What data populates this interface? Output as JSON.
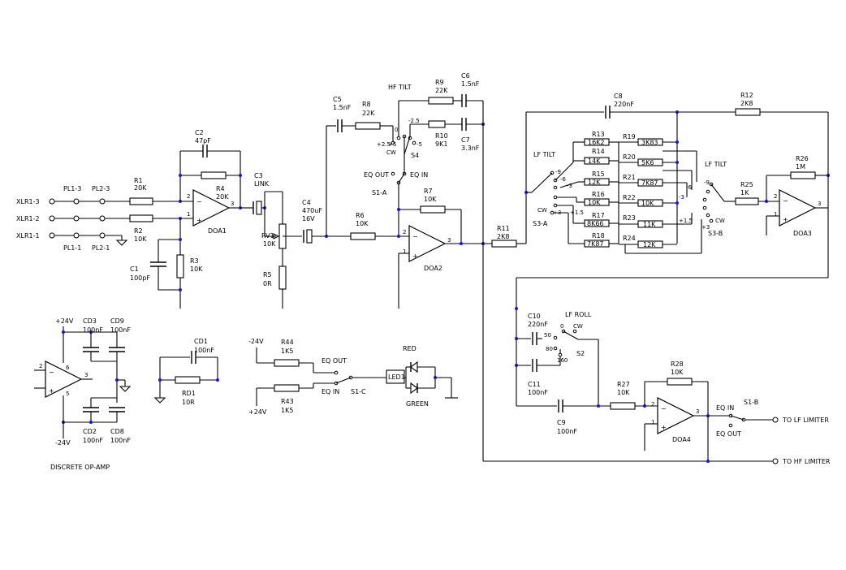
{
  "labels": {
    "xlr1_3": "XLR1-3",
    "xlr1_2": "XLR1-2",
    "xlr1_1": "XLR1-1",
    "pl1_3": "PL1-3",
    "pl2_3": "PL2-3",
    "pl1_1": "PL1-1",
    "pl2_1": "PL2-1",
    "r1": "R1",
    "r1v": "20K",
    "r2": "R2",
    "r2v": "10K",
    "r3": "R3",
    "r3v": "10K",
    "c1": "C1",
    "c1v": "100pF",
    "c2": "C2",
    "c2v": "47pF",
    "r4": "R4",
    "r4v": "20K",
    "doa1": "DOA1",
    "c3": "C3",
    "c3v": "LINK",
    "rv1": "RV1",
    "rv1v": "10K",
    "r5": "R5",
    "r5v": "0R",
    "c4": "C4",
    "c4v": "470uF",
    "c4v2": "16V",
    "c5": "C5",
    "c5v": "1.5nF",
    "r8": "R8",
    "r8v": "22K",
    "hftilt": "HF TILT",
    "r9": "R9",
    "r9v": "22K",
    "c6": "C6",
    "c6v": "1.5nF",
    "r10": "R10",
    "r10v": "9K1",
    "c7": "C7",
    "c7v": "3.3nF",
    "s4": "S4",
    "cw": "CW",
    "zero": "0",
    "p25": "+2.5",
    "m25": "-2.5",
    "p5": "+5",
    "m5": "-5",
    "eqout": "EQ OUT",
    "eqin": "EQ IN",
    "s1a": "S1-A",
    "r6": "R6",
    "r6v": "10K",
    "r7": "R7",
    "r7v": "10K",
    "doa2": "DOA2",
    "r11": "R11",
    "r11v": "2K8",
    "c8": "C8",
    "c8v": "220nF",
    "r12": "R12",
    "r12v": "2K8",
    "lftilt": "LF TILT",
    "s3a": "S3-A",
    "s3b": "S3-B",
    "m9": "-9",
    "m6": "-6",
    "m3": "-3",
    "p15": "+1.5",
    "p3": "+3",
    "r13": "R13",
    "r13v": "16K2",
    "r14": "R14",
    "r14v": "14K",
    "r15": "R15",
    "r15v": "12K",
    "r16": "R16",
    "r16v": "10K",
    "r17": "R17",
    "r17v": "8K66",
    "r18": "R18",
    "r18v": "7K87",
    "r19": "R19",
    "r19v": "3K83",
    "r20": "R20",
    "r20v": "5K6",
    "r21": "R21",
    "r21v": "7K87",
    "r22": "R22",
    "r22v": "10K",
    "r23": "R23",
    "r23v": "11K",
    "r24": "R24",
    "r24v": "12K",
    "r25": "R25",
    "r25v": "1K",
    "r26": "R26",
    "r26v": "1M",
    "doa3": "DOA3",
    "c10": "C10",
    "c10v": "220nF",
    "c11": "C11",
    "c11v": "100nF",
    "lfroll": "LF ROLL",
    "s2": "S2",
    "f50": "50",
    "f80": "80",
    "f160": "160",
    "c9": "C9",
    "c9v": "100nF",
    "r27": "R27",
    "r27v": "10K",
    "r28": "R28",
    "r28v": "10K",
    "doa4": "DOA4",
    "s1b": "S1-B",
    "tolf": "TO LF LIMITER",
    "tohf": "TO HF LIMITER",
    "p24": "+24V",
    "m24": "-24V",
    "cd3": "CD3",
    "cd3v": "100nF",
    "cd9": "CD9",
    "cd9v": "100nF",
    "cd2": "CD2",
    "cd2v": "100nF",
    "cd8": "CD8",
    "cd8v": "100nF",
    "discrete": "DISCRETE OP-AMP",
    "cd1": "CD1",
    "cd1v": "100nF",
    "rd1": "RD1",
    "rd1v": "10R",
    "r44": "R44",
    "r44v": "1K5",
    "r43": "R43",
    "r43v": "1K5",
    "s1c": "S1-C",
    "led1": "LED1",
    "red": "RED",
    "green": "GREEN",
    "pin1": "1",
    "pin2": "2",
    "pin3": "3",
    "pin5": "5",
    "pin6": "6"
  }
}
